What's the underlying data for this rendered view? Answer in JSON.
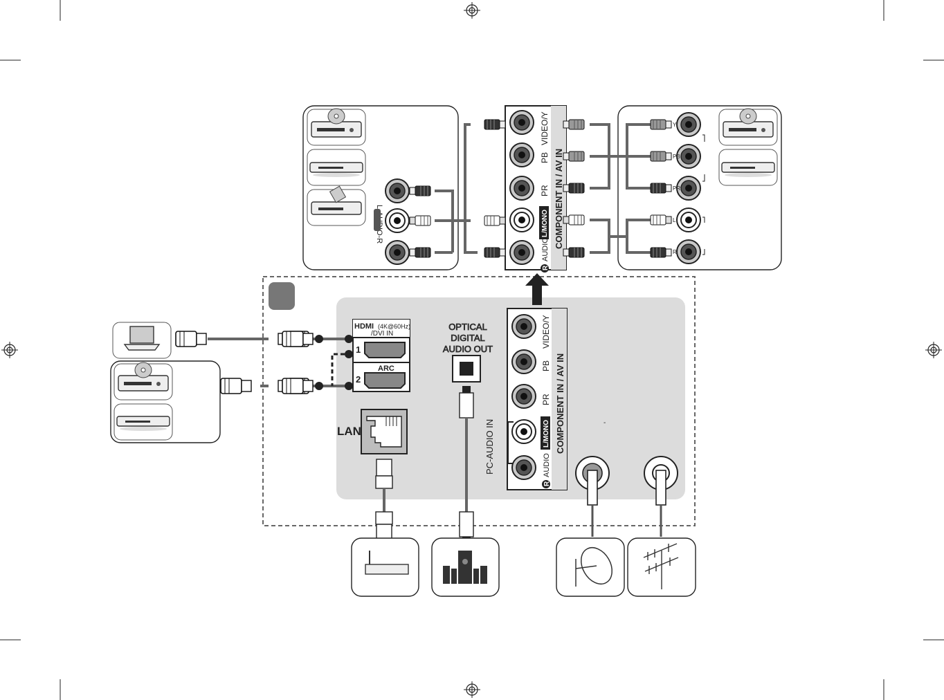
{
  "panel": {
    "hdmi_logo": "HDMI",
    "hdmi_spec": "(4K@60Hz)",
    "hdmi_dvi": "/DVI IN",
    "hdmi_port_1": "1",
    "hdmi_port_2": "2",
    "arc": "ARC",
    "lan": "LAN",
    "optical_line1": "OPTICAL",
    "optical_line2": "DIGITAL",
    "optical_line3": "AUDIO OUT",
    "pc_audio_in": "PC-AUDIO IN",
    "center_mark": "-"
  },
  "jacks_main": {
    "title": "COMPONENT IN / AV IN",
    "video_y": "VIDEO/Y",
    "pb": "PB",
    "pr": "PR",
    "l_mono": "L/MONO",
    "audio": "AUDIO",
    "r": "R"
  },
  "jacks_top": {
    "title": "COMPONENT IN / AV IN",
    "video_y": "VIDEO/Y",
    "pb": "PB",
    "pr": "PR",
    "l_mono": "L/MONO",
    "audio": "AUDIO",
    "r": "R"
  },
  "left_device": {
    "audio_label": "L-AUDIO-R"
  },
  "right_device": {
    "y": "Y",
    "pb": "PB",
    "pr": "PR",
    "l": "L",
    "r": "R"
  },
  "colors": {
    "panel_bg": "#dcdcdc",
    "cable": "#666666",
    "line": "#222222",
    "jack_bg": "#bdbdbd"
  }
}
